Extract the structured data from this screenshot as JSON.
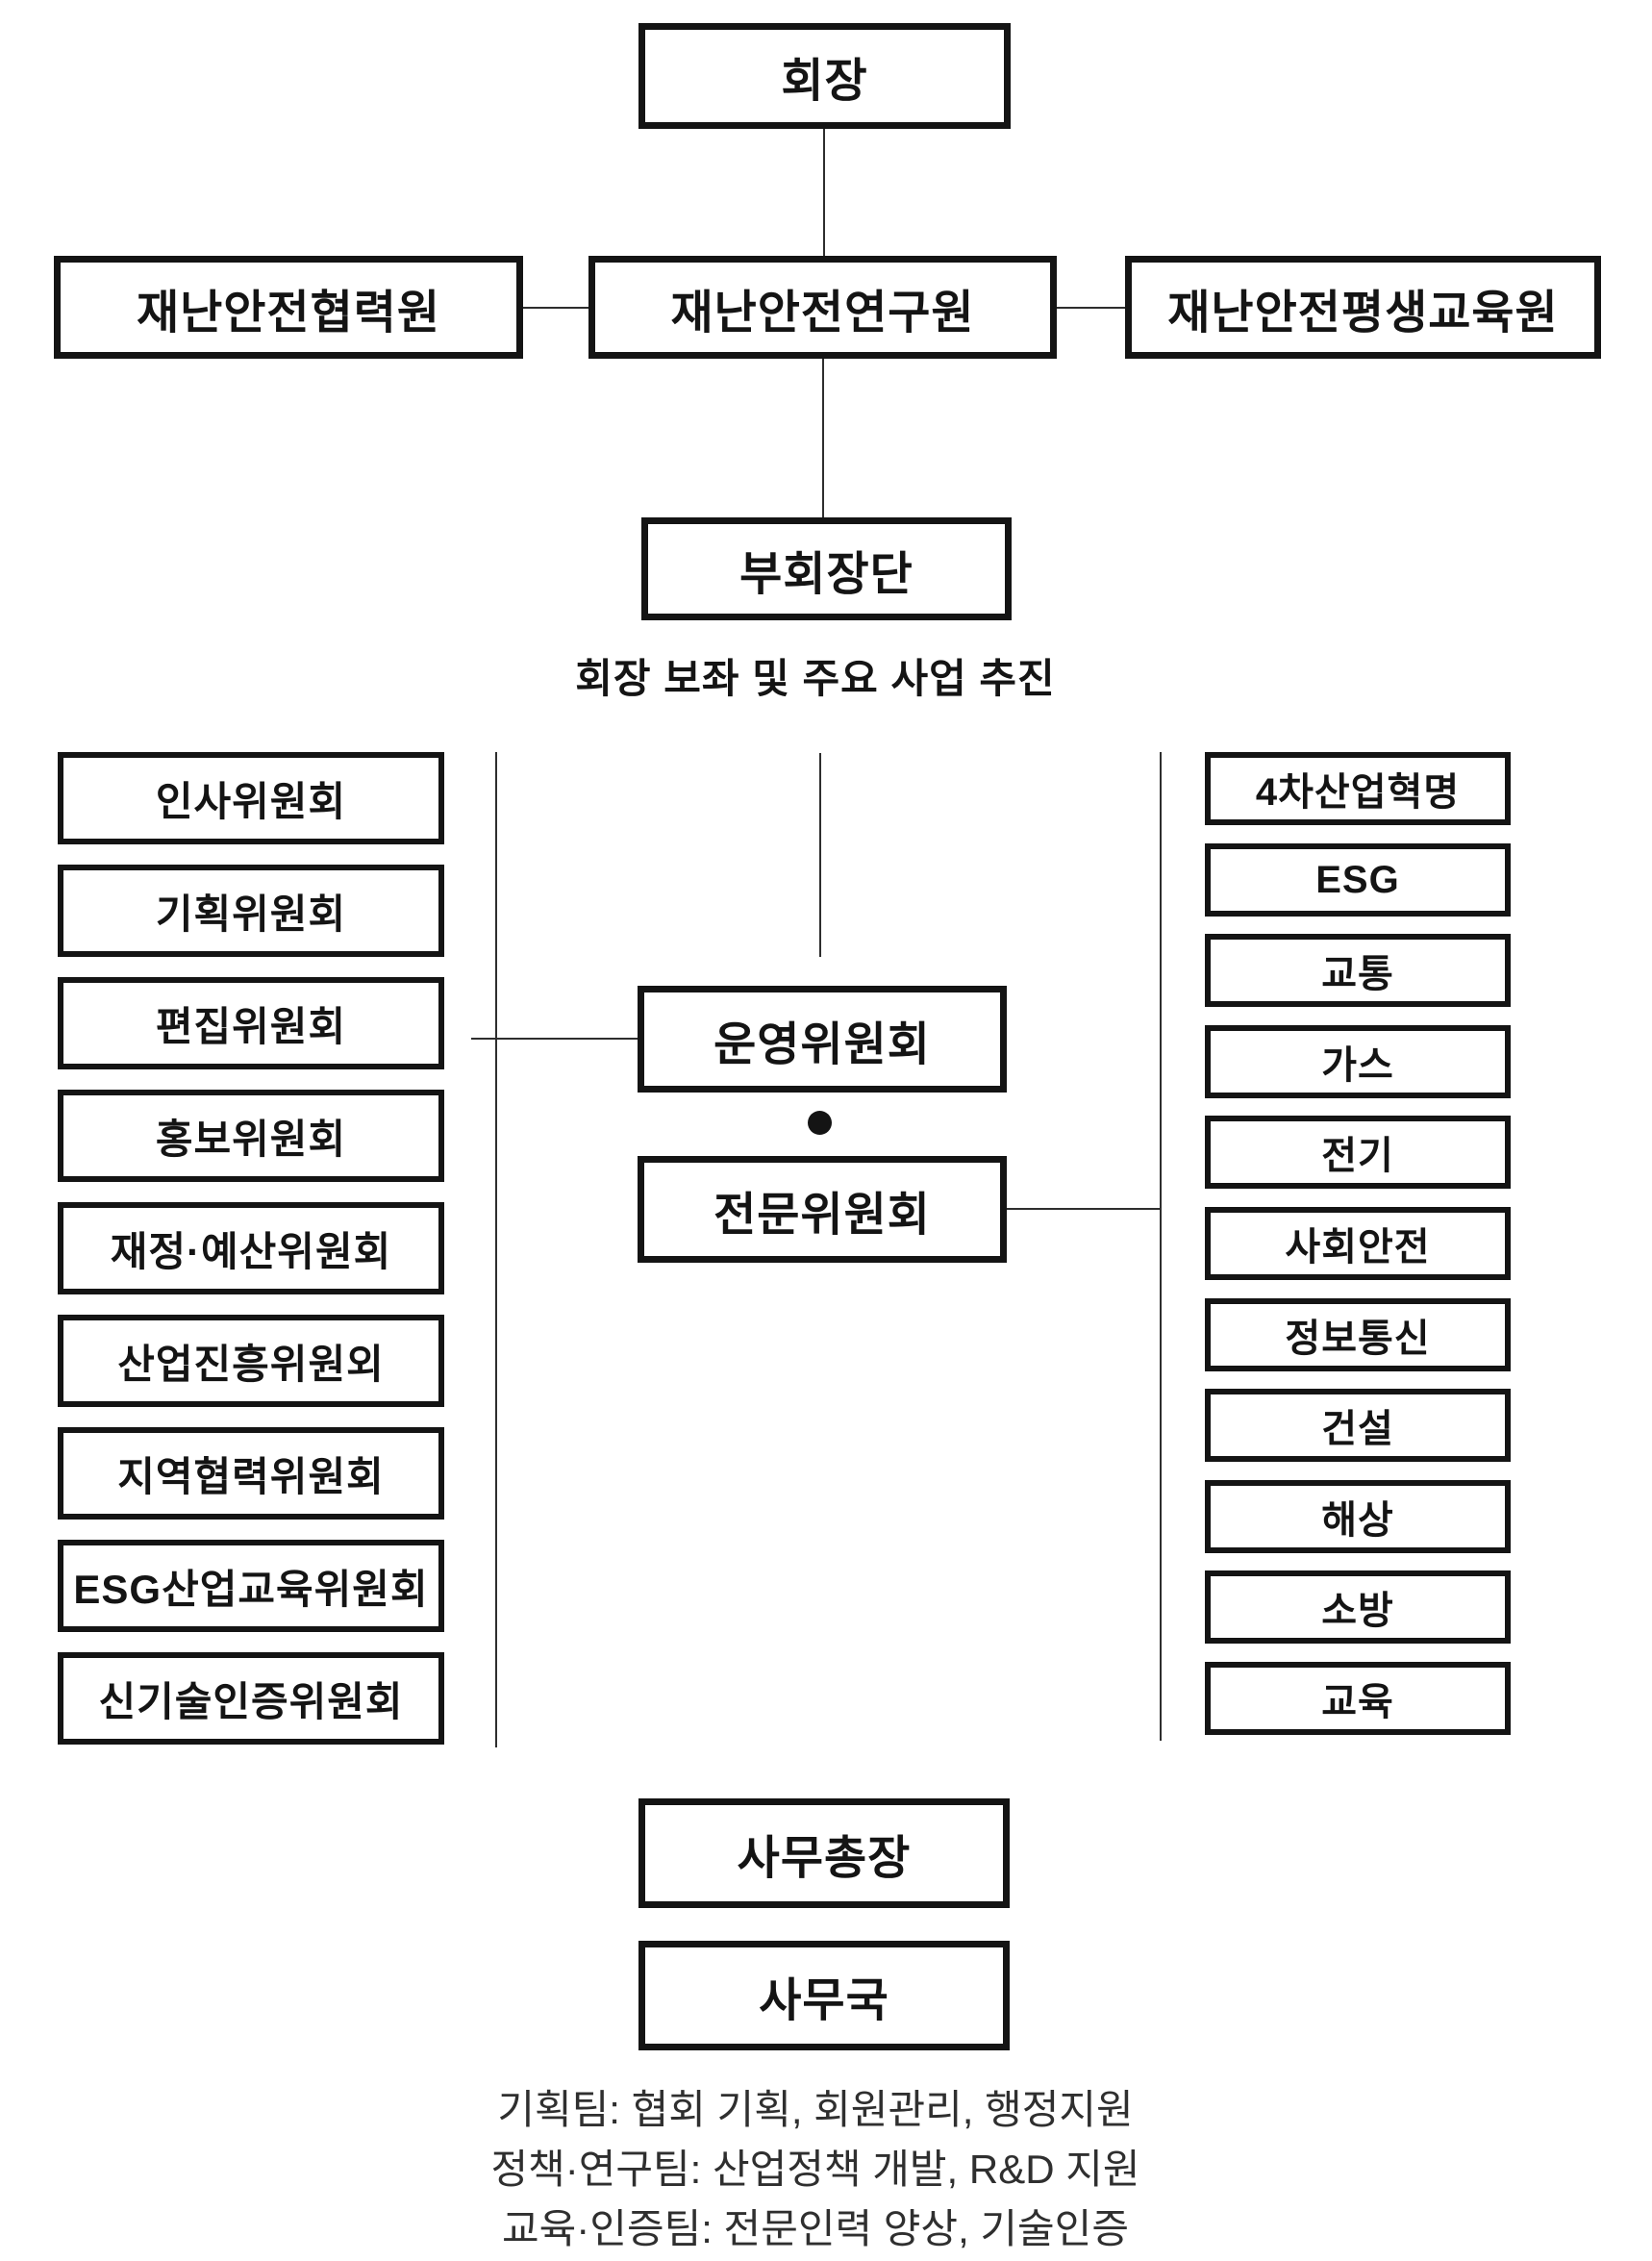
{
  "chart": {
    "chairman": "회장",
    "branches": {
      "cooperation": "재난안전협력원",
      "research": "재난안전연구원",
      "lifelong_edu": "재난안전평생교육원"
    },
    "vice_chair_group": "부회장단",
    "vice_chair_subtitle": "회장 보좌 및 주요 사업 추진",
    "left_committees": [
      "인사위원회",
      "기획위원회",
      "편집위원회",
      "홍보위원회",
      "재정·예산위원회",
      "산업진흥위원외",
      "지역협력위원회",
      "ESG산업교육위원회",
      "신기술인증위원회"
    ],
    "center": {
      "operating": "운영위원회",
      "expert": "전문위원회"
    },
    "right_fields": [
      "4차산업혁명",
      "ESG",
      "교통",
      "가스",
      "전기",
      "사회안전",
      "정보통신",
      "건설",
      "해상",
      "소방",
      "교육"
    ],
    "secretary_general": "사무총장",
    "secretariat": "사무국",
    "footer_lines": [
      "기획팀: 협회 기획, 회원관리, 행정지원",
      "정책·연구팀: 산업정책 개발,  R&D 지원",
      "교육·인증팀: 전문인력 양상, 기술인증"
    ]
  },
  "colors": {
    "ink": "#141414",
    "connector": "#2e2e2e",
    "footer_text": "#2f2f2f",
    "background": "#ffffff"
  }
}
